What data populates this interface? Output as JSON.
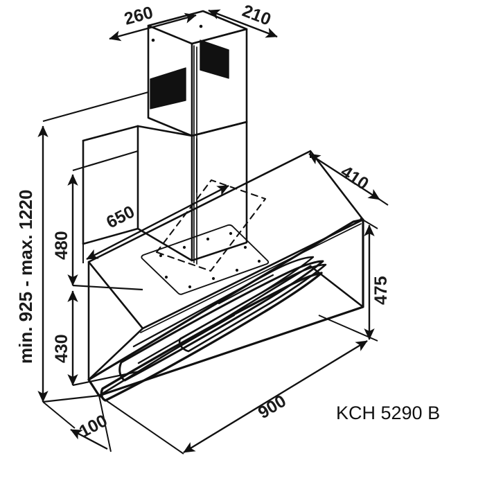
{
  "drawing": {
    "title": "KCH 5290 B",
    "type": "technical-dimension-drawing",
    "subject": "wall-mounted angled glass cooker hood",
    "projection": "isometric",
    "units": "mm",
    "line_color": "#111111",
    "background_color": "#ffffff",
    "vent_fill_color": "#111111"
  },
  "model": {
    "label": "KCH 5290 B"
  },
  "dimensions": {
    "chimney_depth": {
      "label": "260",
      "value": 260,
      "description": "chimney top depth, upper-left leader"
    },
    "chimney_width": {
      "label": "210",
      "value": 210,
      "description": "chimney top width, upper-right leader"
    },
    "total_height_range": {
      "label": "min. 925 - max. 1220",
      "min": 925,
      "max": 1220,
      "description": "overall installed height range, vertical left axis"
    },
    "chimney_height": {
      "label": "480",
      "value": 480,
      "description": "upper chimney section height"
    },
    "body_height": {
      "label": "430",
      "value": 430,
      "description": "lower body height"
    },
    "wall_height_to_canopy": {
      "label": "650",
      "value": 650,
      "description": "canopy top depth / rear width leader"
    },
    "canopy_depth": {
      "label": "410",
      "value": 410,
      "description": "canopy top plate depth"
    },
    "front_panel_height": {
      "label": "475",
      "value": 475,
      "description": "angled glass front panel vertical drop"
    },
    "hood_width": {
      "label": "900",
      "value": 900,
      "description": "overall hood width"
    },
    "wall_offset": {
      "label": "100",
      "value": 100,
      "description": "rear wall offset at base"
    }
  },
  "features": {
    "vent_slots": 2,
    "mounting_plate_holes": 10,
    "glass_panel_pattern": "decorative leaf swirl",
    "chimney_sections": 2
  }
}
